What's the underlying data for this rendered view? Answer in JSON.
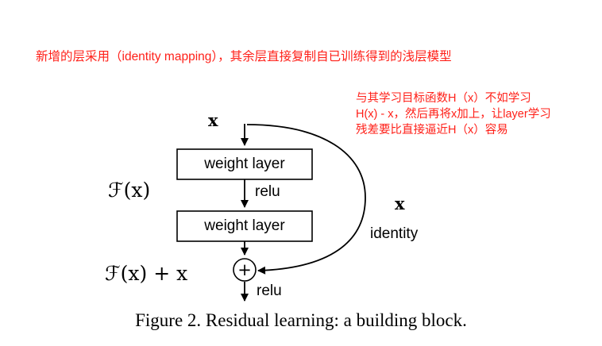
{
  "annotations": {
    "note_color": "#ff2019",
    "top_note": "新增的层采用（identity mapping），其余层直接复制自已训练得到的浅层模型",
    "side_note_lines": [
      "与其学习目标函数H（x）不如学习",
      "H(x) - x，然后再将x加上，让layer学习",
      "残差要比直接逼近H（x）容易"
    ]
  },
  "diagram": {
    "input_label": "x",
    "weight_layer_top_label": "weight layer",
    "relu_mid_label": "relu",
    "residual_function_label": "ℱ(x)",
    "weight_layer_bottom_label": "weight layer",
    "skip_x_label": "x",
    "identity_label": "identity",
    "plus_symbol": "+",
    "output_sum_label": "ℱ(x) + x",
    "relu_bottom_label": "relu"
  },
  "caption": "Figure 2. Residual learning: a building block."
}
